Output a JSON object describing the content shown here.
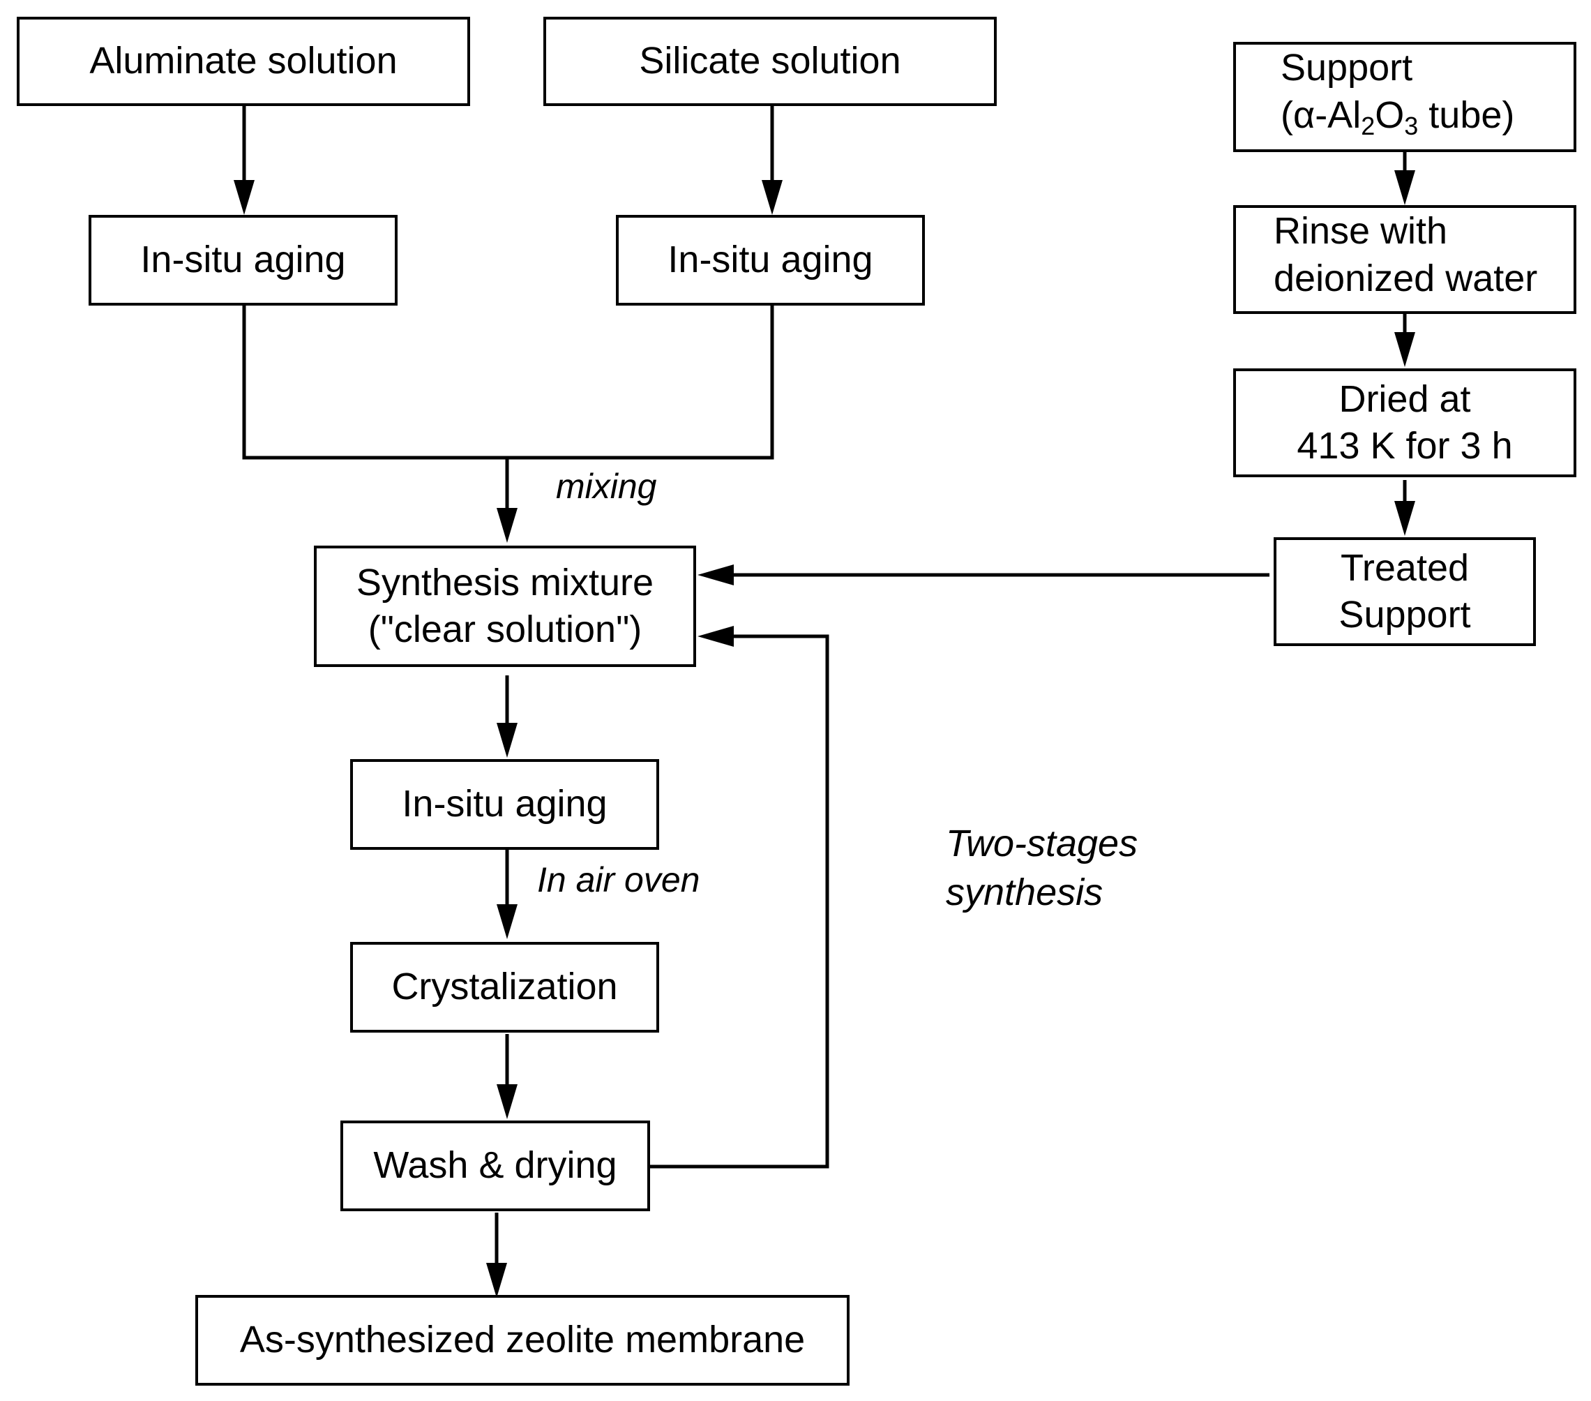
{
  "boxes": {
    "aluminate": "Aluminate solution",
    "silicate": "Silicate solution",
    "aging_left": "In-situ aging",
    "aging_right": "In-situ aging",
    "synthesis_line1": "Synthesis mixture",
    "synthesis_line2": "(\"clear solution\")",
    "aging_mid": "In-situ aging",
    "crystal": "Crystalization",
    "wash": "Wash & drying",
    "final": "As-synthesized zeolite membrane",
    "support_line1": "Support",
    "support_alpha": "α-Al",
    "support_sub1": "2",
    "support_o": "O",
    "support_sub2": "3",
    "support_tube": "tube)",
    "rinse_line1": "Rinse with",
    "rinse_line2": "deionized water",
    "dried_line1": "Dried at",
    "dried_line2": "413 K for 3 h",
    "treated_line1": "Treated",
    "treated_line2": "Support"
  },
  "labels": {
    "mixing": "mixing",
    "oven": "In air oven",
    "two_line1": "Two-stages",
    "two_line2": "synthesis"
  }
}
